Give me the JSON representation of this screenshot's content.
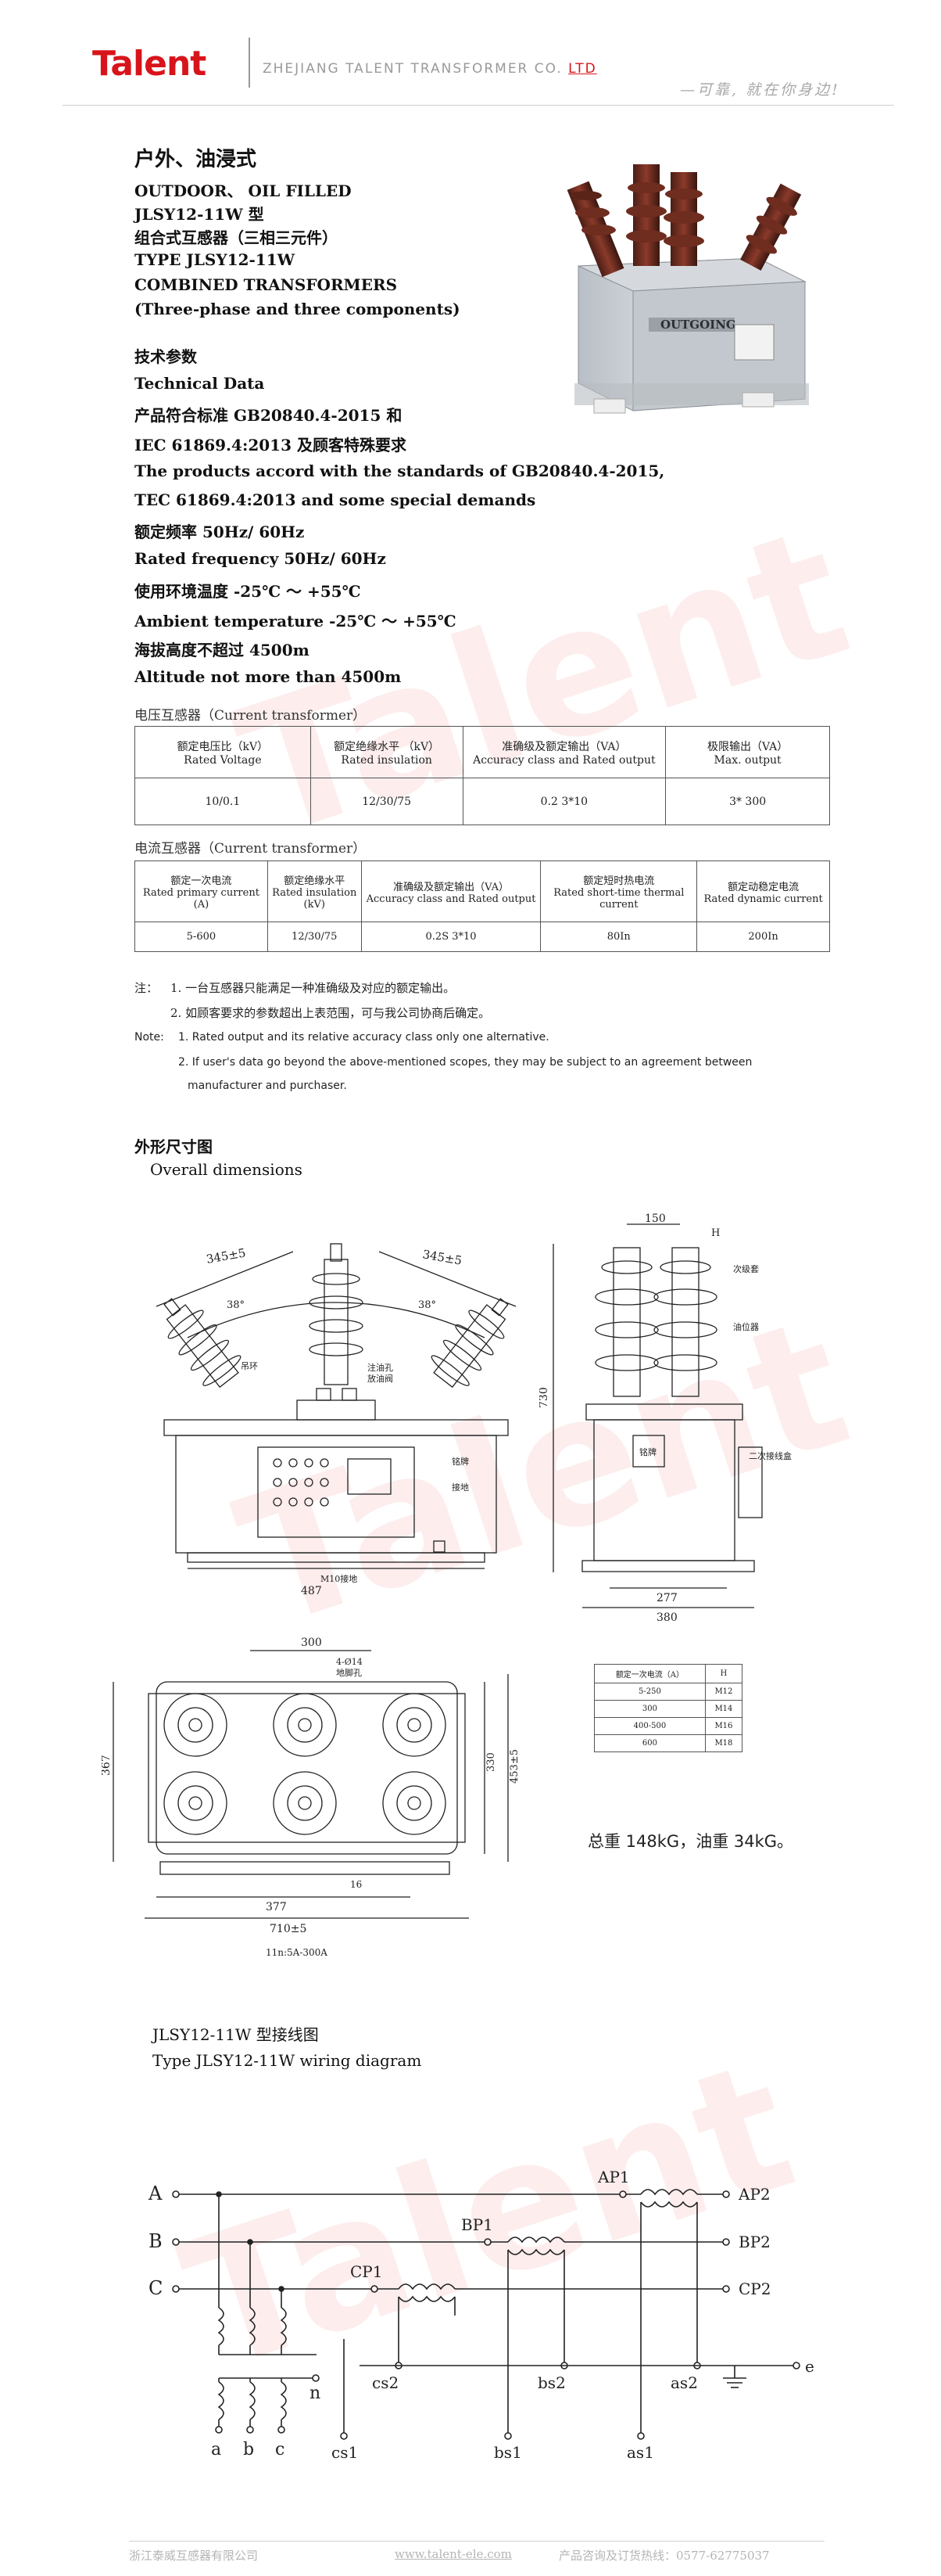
{
  "header": {
    "logo_text": "Talent",
    "company_name": "ZHEJIANG TALENT TRANSFORMER CO.",
    "company_suffix": "LTD",
    "slogan": "—可靠, 就在你身边!"
  },
  "watermark_text": "Talent",
  "intro": {
    "category_cn": "户外、油浸式",
    "category_en": "OUTDOOR、 OIL FILLED",
    "model_cn": "JLSY12-11W 型",
    "product_cn": "组合式互感器（三相三元件）",
    "model_en": "TYPE JLSY12-11W",
    "product_en": "COMBINED TRANSFORMERS",
    "components_en": "(Three-phase and three components)"
  },
  "specs": {
    "heading_cn": "技术参数",
    "heading_en": "Technical Data",
    "standard_cn_1": "产品符合标准 GB20840.4-2015 和",
    "standard_cn_2": "IEC 61869.4:2013 及顾客特殊要求",
    "standard_en_1": "The products accord with the standards of GB20840.4-2015,",
    "standard_en_2": "TEC 61869.4:2013 and some special demands",
    "freq_cn": "额定频率  50Hz/ 60Hz",
    "freq_en": "Rated frequency    50Hz/ 60Hz",
    "temp_cn": "使用环境温度  -25℃  ～ +55℃",
    "temp_en": "Ambient temperature     -25℃  ～ +55℃",
    "alt_cn": "海拔高度不超过 4500m",
    "alt_en": "Altitude not more than 4500m"
  },
  "vt_table": {
    "caption": "电压互感器（Current transformer）",
    "headers": [
      {
        "cn": "额定电压比（kV）",
        "en": "Rated Voltage"
      },
      {
        "cn": "额定绝缘水平  （kV）",
        "en": "Rated insulation"
      },
      {
        "cn": "准确级及额定输出（VA）",
        "en": "Accuracy class and Rated output"
      },
      {
        "cn": "极限输出（VA）",
        "en": "Max. output"
      }
    ],
    "row": [
      "10/0.1",
      "12/30/75",
      "0.2       3*10",
      "3* 300"
    ]
  },
  "ct_table": {
    "caption": "电流互感器（Current transformer）",
    "headers": [
      {
        "cn": "额定一次电流",
        "en": "Rated primary current",
        "en2": "(A)"
      },
      {
        "cn": "额定绝缘水平",
        "en": "Rated insulation",
        "en2": "(kV)"
      },
      {
        "cn": "准确级及额定输出（VA）",
        "en": "Accuracy class and Rated output",
        "en2": ""
      },
      {
        "cn": "额定短时热电流",
        "en": "Rated short-time thermal",
        "en2": "current"
      },
      {
        "cn": "额定动稳定电流",
        "en": "Rated dynamic current",
        "en2": ""
      }
    ],
    "row": [
      "5-600",
      "12/30/75",
      "0.2S    3*10",
      "80In",
      "200In"
    ]
  },
  "notes": {
    "label_cn": "注：",
    "cn_1": "1.   一台互感器只能满足一种准确级及对应的额定输出。",
    "cn_2": "2.   如顾客要求的参数超出上表范围，可与我公司协商后确定。",
    "label_en": "Note:",
    "en_1": "1. Rated output and its relative accuracy class only one alternative.",
    "en_2a": "2. If user's data go beyond the above-mentioned scopes, they may be subject to an agreement between",
    "en_2b": "manufacturer and purchaser."
  },
  "dimensions": {
    "heading_cn": "外形尺寸图",
    "heading_en": "Overall dimensions",
    "front": {
      "dim_left": "345±5",
      "dim_right": "345±5",
      "angle_left": "38°",
      "angle_right": "38°",
      "label_a": "吊环",
      "label_b": "注油孔",
      "label_c": "放油阀",
      "label_d": "铭牌",
      "label_e": "接地",
      "label_f": "M10接地",
      "dim_bottom": "487"
    },
    "side": {
      "dim_top": "150",
      "dim_h": "H",
      "dim_height": "730",
      "label_a": "次级套",
      "label_b": "油位器",
      "label_c": "二次接线盒",
      "label_plate": "铭牌",
      "dim_base_1": "277",
      "dim_base_2": "380"
    },
    "top": {
      "dim_top": "300",
      "dim_hole": "4-Ø14",
      "dim_hole_label": "地脚孔",
      "dim_left": "367",
      "dim_right_1": "330",
      "dim_right_2": "453±5",
      "dim_mid": "16",
      "dim_inner": "377",
      "dim_outer": "710±5",
      "caption": "11n:5A-300A"
    },
    "h_table": {
      "headers": [
        "额定一次电流（A）",
        "H"
      ],
      "rows": [
        [
          "5-250",
          "M12"
        ],
        [
          "300",
          "M14"
        ],
        [
          "400-500",
          "M16"
        ],
        [
          "600",
          "M18"
        ]
      ]
    },
    "weight": "总重 148kG，油重 34kG。"
  },
  "wiring": {
    "heading_cn": "JLSY12-11W 型接线图",
    "heading_en": "Type JLSY12-11W wiring diagram",
    "phase_a": "A",
    "phase_b": "B",
    "phase_c": "C",
    "ap1": "AP1",
    "bp1": "BP1",
    "cp1": "CP1",
    "ap2": "AP2",
    "bp2": "BP2",
    "cp2": "CP2",
    "sec_a": "a",
    "sec_b": "b",
    "sec_c": "c",
    "sec_n": "n",
    "cs2": "cs2",
    "bs2": "bs2",
    "as2": "as2",
    "cs1": "cs1",
    "bs1": "bs1",
    "as1": "as1",
    "e": "e"
  },
  "footer": {
    "company": "浙江泰威互感器有限公司",
    "url": "www.talent-ele.com",
    "hotline": "产品咨询及订货热线：0577-62775037"
  }
}
